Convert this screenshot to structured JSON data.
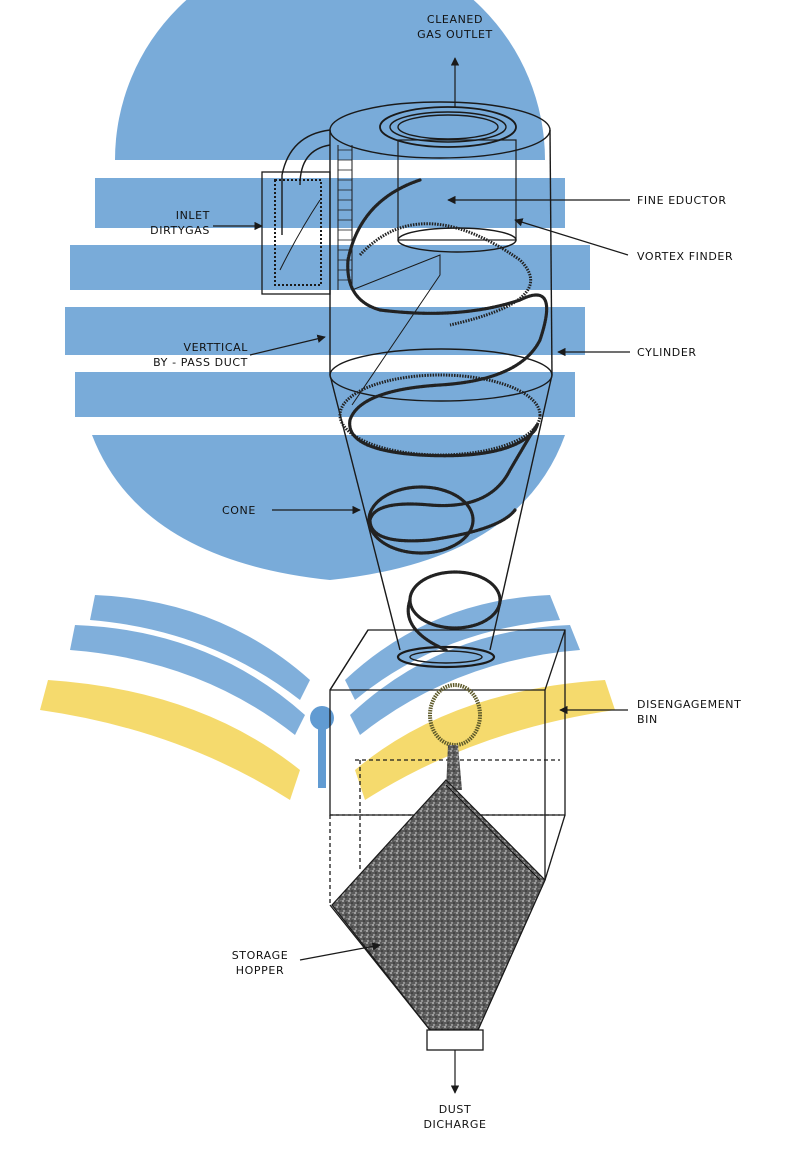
{
  "labels": {
    "cleaned_gas_outlet": [
      "CLEANED",
      "GAS OUTLET"
    ],
    "fine_eductor": [
      "FINE EDUCTOR"
    ],
    "inlet_dirty_gas": [
      "INLET",
      "DIRTYGAS"
    ],
    "vortex_finder": [
      "VORTEX FINDER"
    ],
    "vertical_bypass_duct": [
      "VERTTICAL",
      "BY - PASS DUCT"
    ],
    "cylinder": [
      "CYLINDER"
    ],
    "cone": [
      "CONE"
    ],
    "disengagement_bin": [
      "DISENGAGEMENT",
      "BIN"
    ],
    "storage_hopper": [
      "STORAGE",
      "HOPPER"
    ],
    "dust_discharge": [
      "DUST",
      "DICHARGE"
    ]
  },
  "colors": {
    "watermark_blue": "#3f86c9",
    "watermark_yellow": "#f2cd3a",
    "ink": "#1a1a1a"
  }
}
